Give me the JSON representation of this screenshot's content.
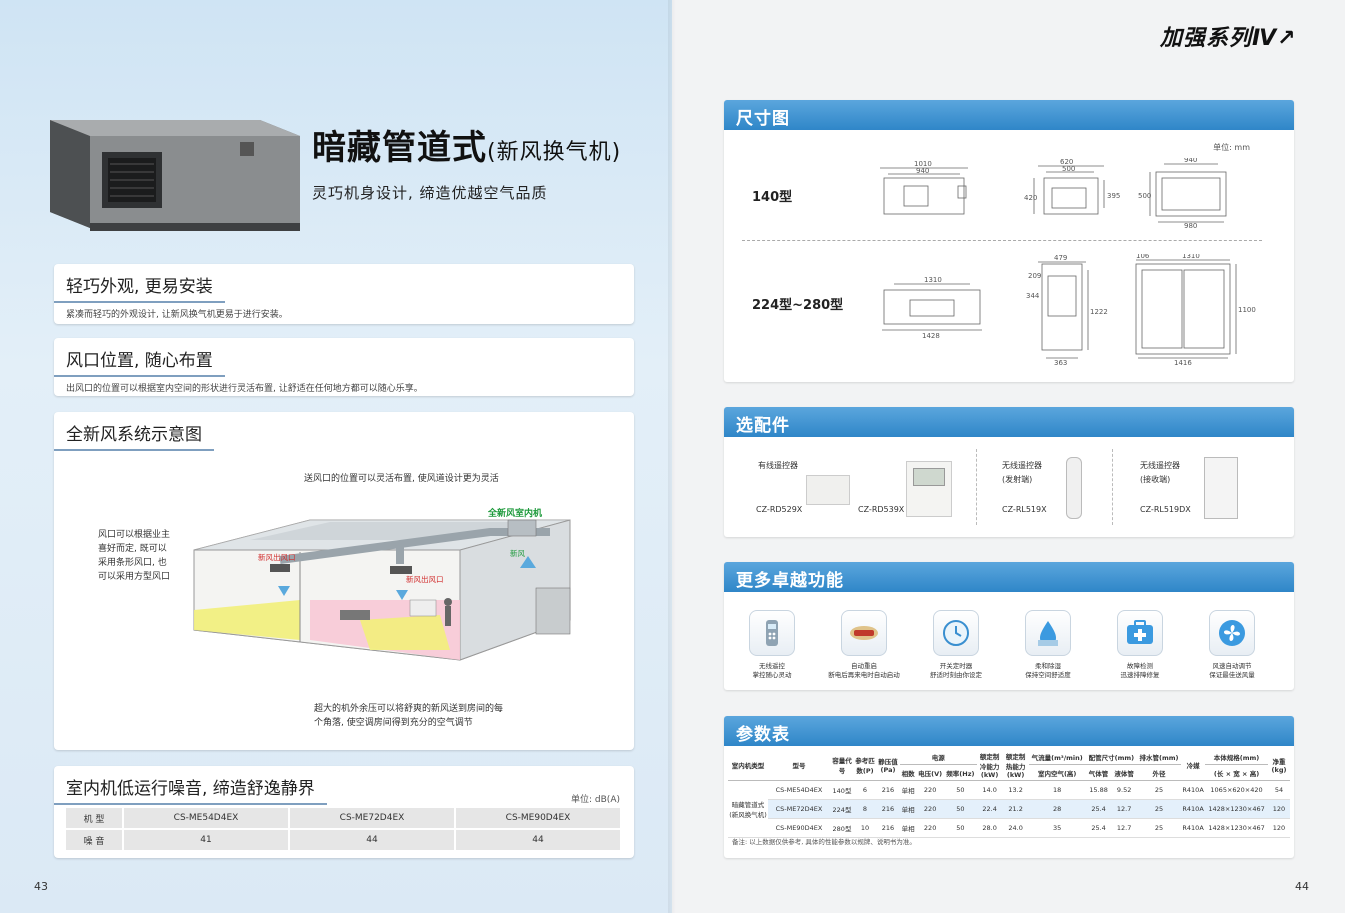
{
  "left": {
    "hero": {
      "title": "暗藏管道式",
      "title_sub": "(新风换气机)",
      "subtitle": "灵巧机身设计, 缔造优越空气品质"
    },
    "card1": {
      "title": "轻巧外观, 更易安装",
      "text": "紧凑而轻巧的外观设计, 让新风换气机更易于进行安装。"
    },
    "card2": {
      "title": "风口位置, 随心布置",
      "text": "出风口的位置可以根据室内空间的形状进行灵活布置, 让舒适在任何地方都可以随心乐享。"
    },
    "card3": {
      "title": "全新风系统示意图",
      "label_top": "送风口的位置可以灵活布置, 使风道设计更为灵活",
      "label_left": [
        "风口可以根据业主",
        "喜好而定, 既可以",
        "采用条形风口, 也",
        "可以采用方型风口"
      ],
      "label_unit": "全新风室内机",
      "label_out1": "新风出风口",
      "label_out2": "新风出风口",
      "label_fresh": "新风",
      "label_bottom": [
        "超大的机外余压可以将舒爽的新风送到房间的每",
        "个角落, 使空调房间得到充分的空气调节"
      ]
    },
    "card4": {
      "title": "室内机低运行噪音, 缔造舒逸静界",
      "unit": "单位: dB(A)",
      "row1_label": "机 型",
      "models": [
        "CS-ME54D4EX",
        "CS-ME72D4EX",
        "CS-ME90D4EX"
      ],
      "row2_label": "噪 音",
      "noise": [
        "41",
        "44",
        "44"
      ]
    },
    "page_num": "43"
  },
  "right": {
    "brand": "加强系列Ⅳ",
    "dims": {
      "title": "尺寸图",
      "unit": "单位: mm",
      "model1": "140型",
      "model2": "224型~280型",
      "n": {
        "a1": "1010",
        "a2": "940",
        "a3": "620",
        "a4": "500",
        "a5": "420",
        "a6": "395",
        "a7": "940",
        "a8": "500",
        "a9": "980",
        "b1": "1310",
        "b2": "1428",
        "b3": "479",
        "b4": "209",
        "b5": "344",
        "b6": "1222",
        "b7": "363",
        "b8": "106",
        "b9": "1310",
        "b10": "1100",
        "b11": "1416"
      }
    },
    "acc": {
      "title": "选配件",
      "wired": "有线遥控器",
      "wired_m1": "CZ-RD529X",
      "wired_m2": "CZ-RD539X",
      "wl1": "无线遥控器",
      "wl1_sub": "(发射端)",
      "wl1_m": "CZ-RL519X",
      "wl2": "无线遥控器",
      "wl2_sub": "(接收端)",
      "wl2_m": "CZ-RL519DX"
    },
    "features": {
      "title": "更多卓越功能",
      "items": [
        {
          "icon": "remote-icon",
          "l1": "无线遥控",
          "l2": "掌控随心灵动"
        },
        {
          "icon": "auto-restart-icon",
          "l1": "自动重启",
          "l2": "断电后再来电时自动启动"
        },
        {
          "icon": "timer-icon",
          "l1": "开关定时器",
          "l2": "舒适时刻由你设定"
        },
        {
          "icon": "humidity-icon",
          "l1": "柔和除湿",
          "l2": "保持空间舒适度"
        },
        {
          "icon": "diagnosis-icon",
          "l1": "故障检测",
          "l2": "迅速排障修复"
        },
        {
          "icon": "fan-icon",
          "l1": "风速自动调节",
          "l2": "保证最佳送风量"
        }
      ]
    },
    "params": {
      "title": "参数表",
      "headers": {
        "type": "室内机类型",
        "model": "型号",
        "capacity": "容量代号",
        "hp": "参考匹数(P)",
        "esp": "静压值(Pa)",
        "power": "电源",
        "phase": "相数",
        "voltage": "电压(V)",
        "freq": "频率(Hz)",
        "cool": "额定制冷能力(kW)",
        "heat": "额定制热能力(kW)",
        "air": "气流量(m³/min)",
        "air_sub": "室内空气(高)",
        "pipe": "配管尺寸(mm)",
        "gas": "气体管",
        "liq": "液体管",
        "drain": "排水管(mm)",
        "drain_sub": "外径",
        "ref": "冷媒",
        "size": "本体规格(mm)",
        "size_sub": "(长 × 宽 × 高)",
        "weight": "净重(kg)"
      },
      "type_label": "暗藏管道式(新风换气机)",
      "rows": [
        [
          "CS-ME54D4EX",
          "140型",
          "6",
          "216",
          "单相",
          "220",
          "50",
          "14.0",
          "13.2",
          "18",
          "15.88",
          "9.52",
          "25",
          "R410A",
          "1065×620×420",
          "54"
        ],
        [
          "CS-ME72D4EX",
          "224型",
          "8",
          "216",
          "单相",
          "220",
          "50",
          "22.4",
          "21.2",
          "28",
          "25.4",
          "12.7",
          "25",
          "R410A",
          "1428×1230×467",
          "120"
        ],
        [
          "CS-ME90D4EX",
          "280型",
          "10",
          "216",
          "单相",
          "220",
          "50",
          "28.0",
          "24.0",
          "35",
          "25.4",
          "12.7",
          "25",
          "R410A",
          "1428×1230×467",
          "120"
        ]
      ],
      "note": "备注: 以上数据仅供参考, 具体的性能参数以规牌、说明书为准。"
    },
    "page_num": "44"
  }
}
